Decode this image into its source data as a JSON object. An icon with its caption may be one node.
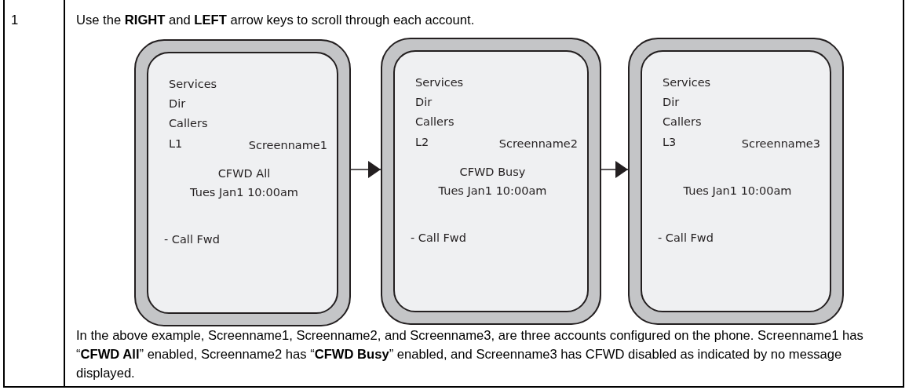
{
  "diagram": {
    "nodes": [
      {
        "text": [
          "Services",
          "Dir",
          "Callers",
          "L1",
          "Screenname1",
          "CFWD All",
          "Tues Jan1 10:00am",
          "- Call Fwd"
        ]
      },
      {
        "text": [
          "Services",
          "Dir",
          "Callers",
          "L2",
          "Screenname2",
          "CFWD Busy",
          "Tues Jan1 10:00am",
          "- Call Fwd"
        ]
      },
      {
        "text": [
          "Services",
          "Dir",
          "Callers",
          "L3",
          "Screenname3",
          "Tues Jan1 10:00am",
          "- Call Fwd"
        ]
      }
    ],
    "edges": [
      {
        "from": 0,
        "to": 1,
        "arrow": "to"
      },
      {
        "from": 1,
        "to": 2,
        "arrow": "to"
      }
    ],
    "labels": [
      "1",
      "Use the **RIGHT** and **LEFT** arrow keys to scroll through each account.",
      "In the above example, Screenname1, Screenname2, and Screenname3, are three accounts configured on the phone. Screenname1 has “**CFWD All**” enabled, Screenname2 has “**CFWD Busy**” enabled, and Screenname3 has CFWD disabled as indicated by no message displayed."
    ]
  }
}
